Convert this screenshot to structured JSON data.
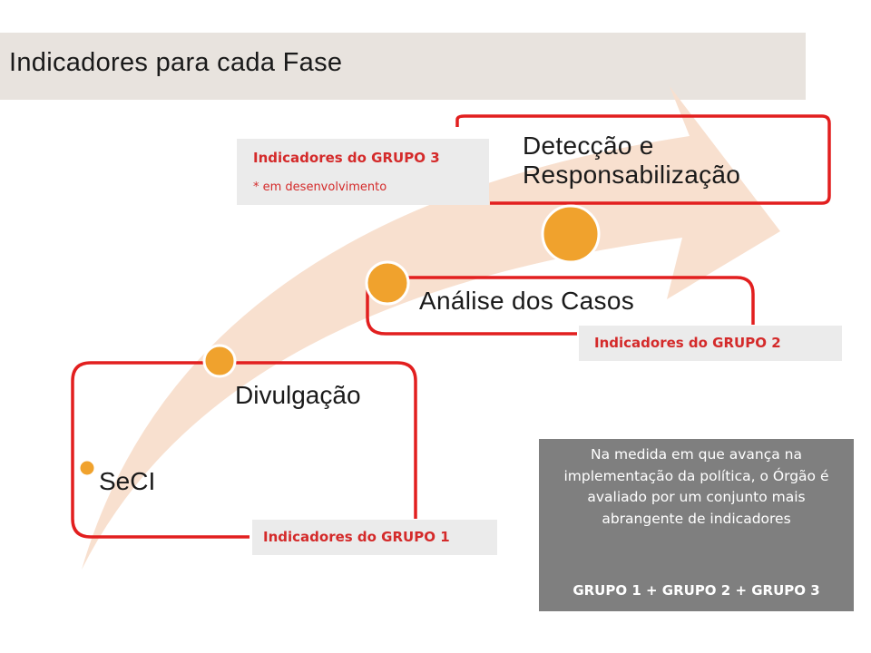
{
  "title": "Indicadores para cada Fase",
  "stages": {
    "secl": "SeCI",
    "divulgacao": "Divulgação",
    "analise": "Análise dos Casos",
    "deteccao": "Detecção e Responsabilização"
  },
  "groups": {
    "grupo3": {
      "label": "Indicadores do GRUPO 3",
      "note": "* em desenvolvimento"
    },
    "grupo2": {
      "label": "Indicadores do GRUPO 2"
    },
    "grupo1": {
      "label": "Indicadores do GRUPO 1"
    }
  },
  "info_box": {
    "text": "Na medida em que avança na implementação da política, o Órgão é avaliado por um conjunto mais abrangente de indicadores",
    "total": "GRUPO 1 + GRUPO 2 + GRUPO 3"
  },
  "colors": {
    "arrow": "#f8e0cf",
    "dots": "#f0a22d",
    "frames": "#e21f1f",
    "title_bar": "#e8e3de",
    "info_box": "#7f7f7f",
    "group_text": "#d42a2a"
  }
}
